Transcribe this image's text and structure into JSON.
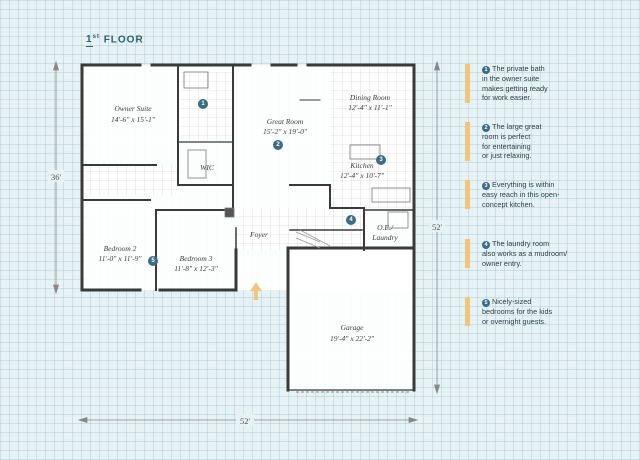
{
  "title": {
    "floor_num": "1",
    "floor_sup": "st",
    "floor_word": "FLOOR"
  },
  "rooms": {
    "owner_suite": {
      "name": "Owner Suite",
      "dims": "14'-6\" x 15'-1\""
    },
    "great_room": {
      "name": "Great Room",
      "dims": "15'-2\" x 19'-0\""
    },
    "dining_room": {
      "name": "Dining Room",
      "dims": "12'-4\" x 11'-1\""
    },
    "kitchen": {
      "name": "Kitchen",
      "dims": "12'-4\" x 10'-7\""
    },
    "wic": {
      "name": "WIC"
    },
    "bedroom2": {
      "name": "Bedroom 2",
      "dims": "11'-0\" x 11'-9\""
    },
    "bedroom3": {
      "name": "Bedroom 3",
      "dims": "11'-8\" x 12'-3\""
    },
    "foyer": {
      "name": "Foyer"
    },
    "laundry": {
      "name": "O.E./",
      "name2": "Laundry"
    },
    "garage": {
      "name": "Garage",
      "dims": "19'-4\" x 22'-2\""
    }
  },
  "dimensions": {
    "left": "36'",
    "right": "52'",
    "bottom": "52'"
  },
  "markers": [
    "1",
    "2",
    "3",
    "4",
    "5"
  ],
  "notes": [
    {
      "num": "1",
      "lines": [
        "The private bath",
        "in the owner suite",
        "makes getting ready",
        "for work easier."
      ]
    },
    {
      "num": "2",
      "lines": [
        "The large great",
        "room is perfect",
        "for entertaining",
        "or just relaxing."
      ]
    },
    {
      "num": "3",
      "lines": [
        "Everything is within",
        "easy reach in this open-",
        "concept kitchen."
      ]
    },
    {
      "num": "4",
      "lines": [
        "The laundry room",
        "also works as a mudroom/",
        "owner entry."
      ]
    },
    {
      "num": "5",
      "lines": [
        "Nicely-sized",
        "bedrooms for the kids",
        "or overnight guests."
      ]
    }
  ],
  "colors": {
    "wall": "#3a3a3a",
    "accent": "#f2c57f",
    "marker": "#3c6b82",
    "title": "#2e5f73"
  }
}
